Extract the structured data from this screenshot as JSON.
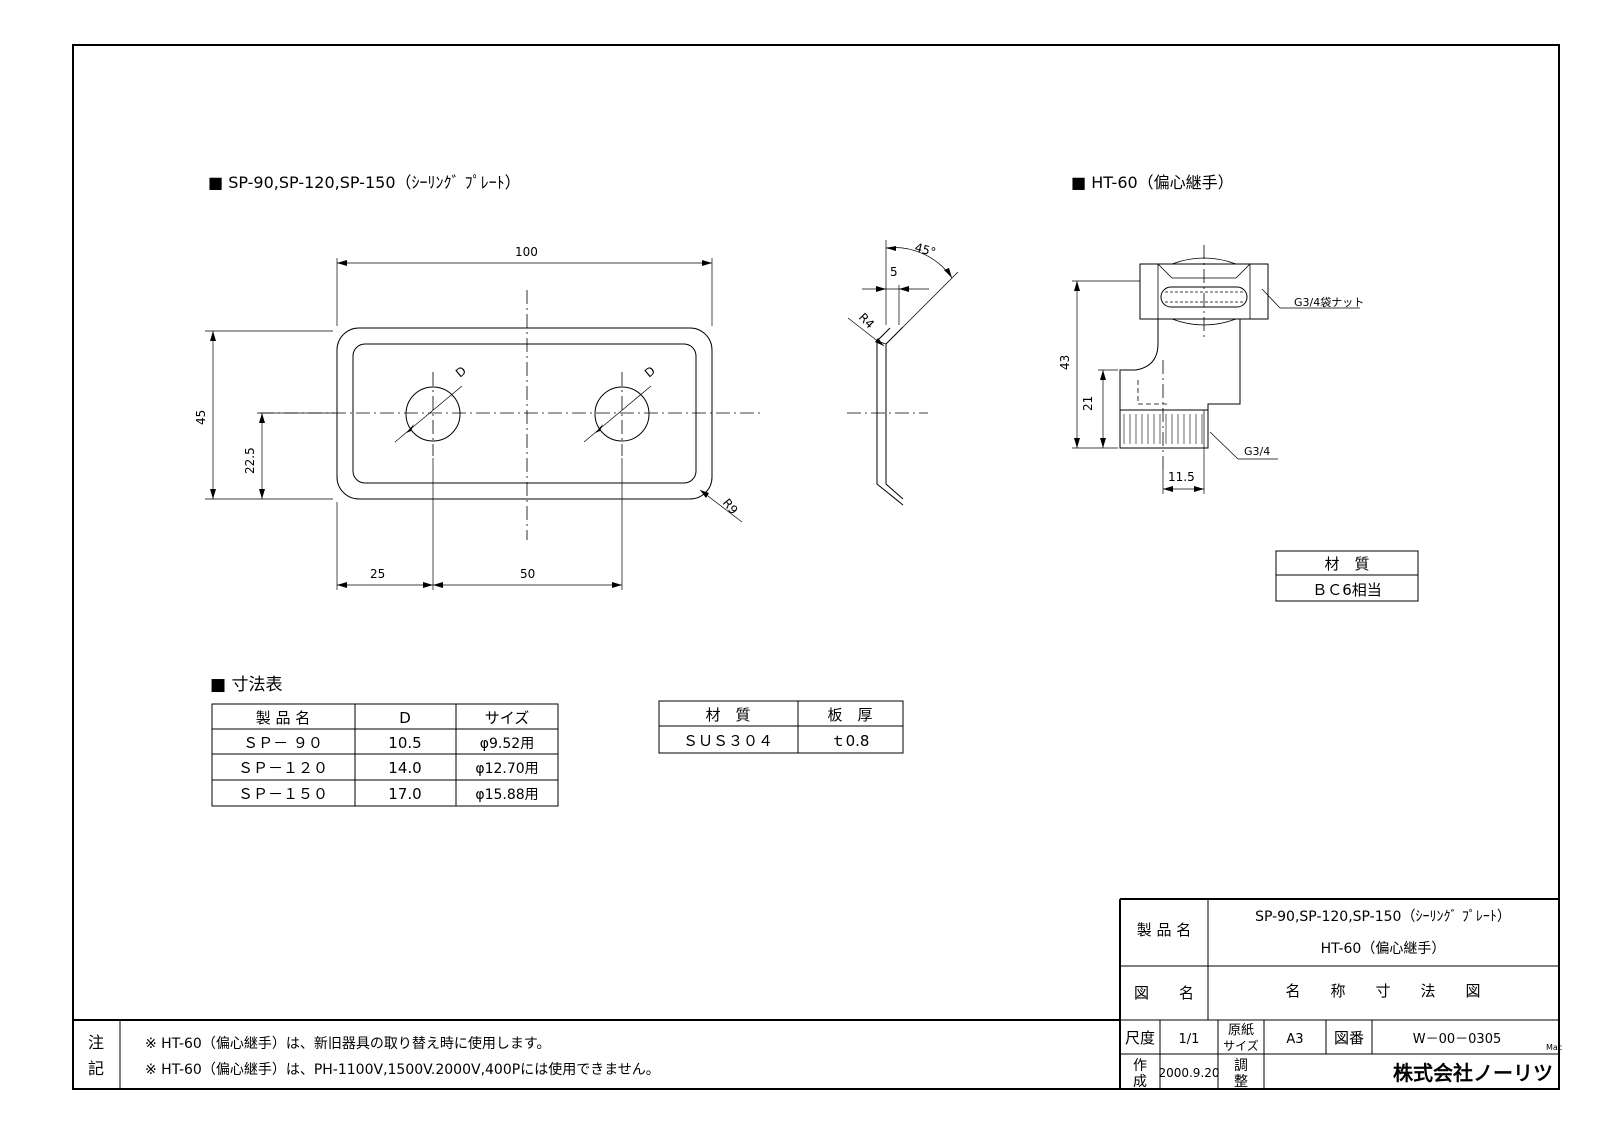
{
  "left_view": {
    "heading": "■ SP-90,SP-120,SP-150（ｼｰﾘﾝｸﾞ ﾌﾟﾚｰﾄ）",
    "dim_100": "100",
    "dim_45": "45",
    "dim_22_5": "22.5",
    "dim_25": "25",
    "dim_50": "50",
    "hole_label_1": "D",
    "hole_label_2": "D",
    "radius_r9": "R9"
  },
  "side_view": {
    "angle": "45°",
    "dim_5": "5",
    "radius_r4": "R4"
  },
  "right_view": {
    "heading": "■ HT-60（偏心継手）",
    "dim_43": "43",
    "dim_21": "21",
    "dim_11_5": "11.5",
    "nut_label": "G3/4袋ナット",
    "thread_label": "G3/4"
  },
  "material_right": {
    "header": "材　質",
    "value": "ＢＣ6相当"
  },
  "size_table": {
    "heading": "■ 寸法表",
    "columns": [
      "製 品 名",
      "D",
      "サイズ"
    ],
    "rows": [
      [
        "ＳＰ－ ９０",
        "10.5",
        "φ9.52用"
      ],
      [
        "ＳＰ－１２０",
        "14.0",
        "φ12.70用"
      ],
      [
        "ＳＰ－１５０",
        "17.0",
        "φ15.88用"
      ]
    ]
  },
  "material_table": {
    "columns": [
      "材　質",
      "板　厚"
    ],
    "values": [
      "ＳＵＳ３０４",
      "ｔ0.8"
    ]
  },
  "title_block": {
    "product_name_label": "製 品 名",
    "product_name_line1": "SP-90,SP-120,SP-150（ｼｰﾘﾝｸﾞ ﾌﾟﾚｰﾄ）",
    "product_name_line2": "HT-60（偏心継手）",
    "drawing_name_label": "図　　名",
    "drawing_name": "名　　称　　寸　　法　　図",
    "scale_label": "尺度",
    "scale": "1/1",
    "paper_label_1": "原紙",
    "paper_label_2": "サイズ",
    "paper_size": "A3",
    "drawing_no_label": "図番",
    "drawing_no": "W－00－0305",
    "mac": "Mac",
    "made_label_1": "作",
    "made_label_2": "成",
    "date": "2000.9.20",
    "check_label_1": "調",
    "check_label_2": "整",
    "company": "株式会社ノーリツ"
  },
  "notes": {
    "label_1": "注",
    "label_2": "記",
    "line1": "※ HT-60（偏心継手）は、新旧器具の取り替え時に使用します。",
    "line2": "※ HT-60（偏心継手）は、PH-1100V,1500V.2000V,400Pには使用できません。"
  }
}
